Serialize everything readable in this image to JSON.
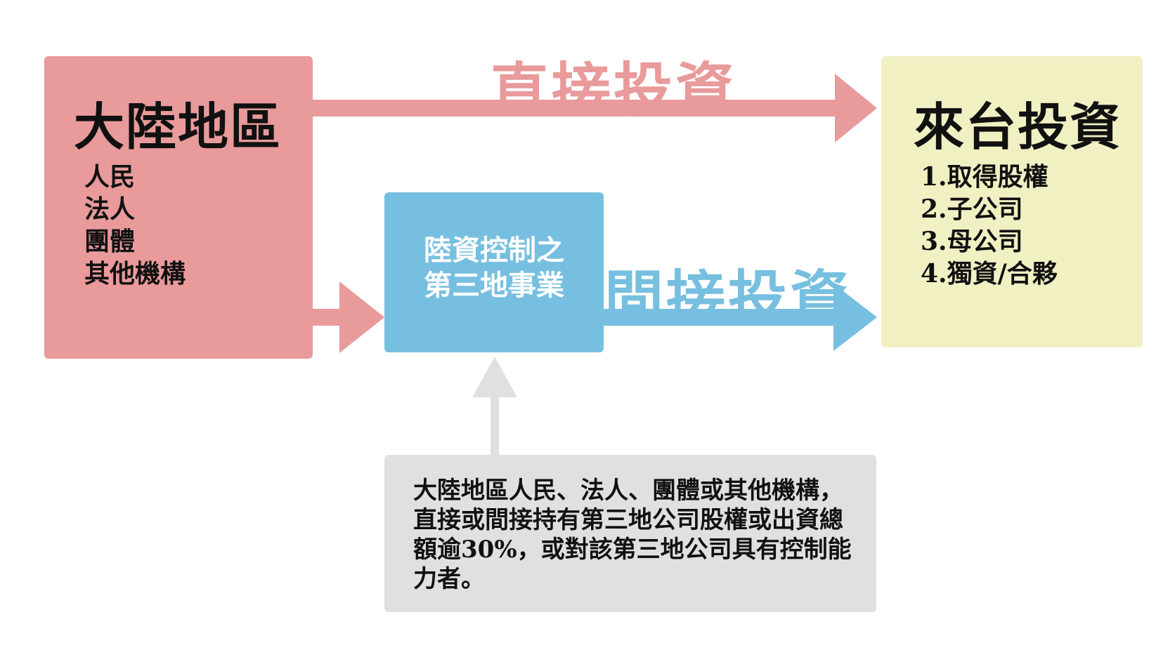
{
  "source": {
    "title": "大陸地區",
    "items": [
      "人民",
      "法人",
      "團體",
      "其他機構"
    ],
    "color": "#e99a9b"
  },
  "third_party": {
    "lines": [
      "陸資控制之",
      "第三地事業"
    ],
    "color": "#77bfe0"
  },
  "target": {
    "title": "來台投資",
    "items": [
      "1.取得股權",
      "2.子公司",
      "3.母公司",
      "4.獨資/合夥"
    ],
    "color": "#f1f0c3"
  },
  "flows": {
    "direct_label": "直接投資",
    "indirect_label": "間接投資"
  },
  "note": {
    "text": "大陸地區人民、法人、團體或其他機構，直接或間接持有第三地公司股權或出資總額逾30%，或對該第三地公司具有控制能力者。",
    "color": "#e0e0e0"
  },
  "arrow_gray": "#e0e0e0"
}
